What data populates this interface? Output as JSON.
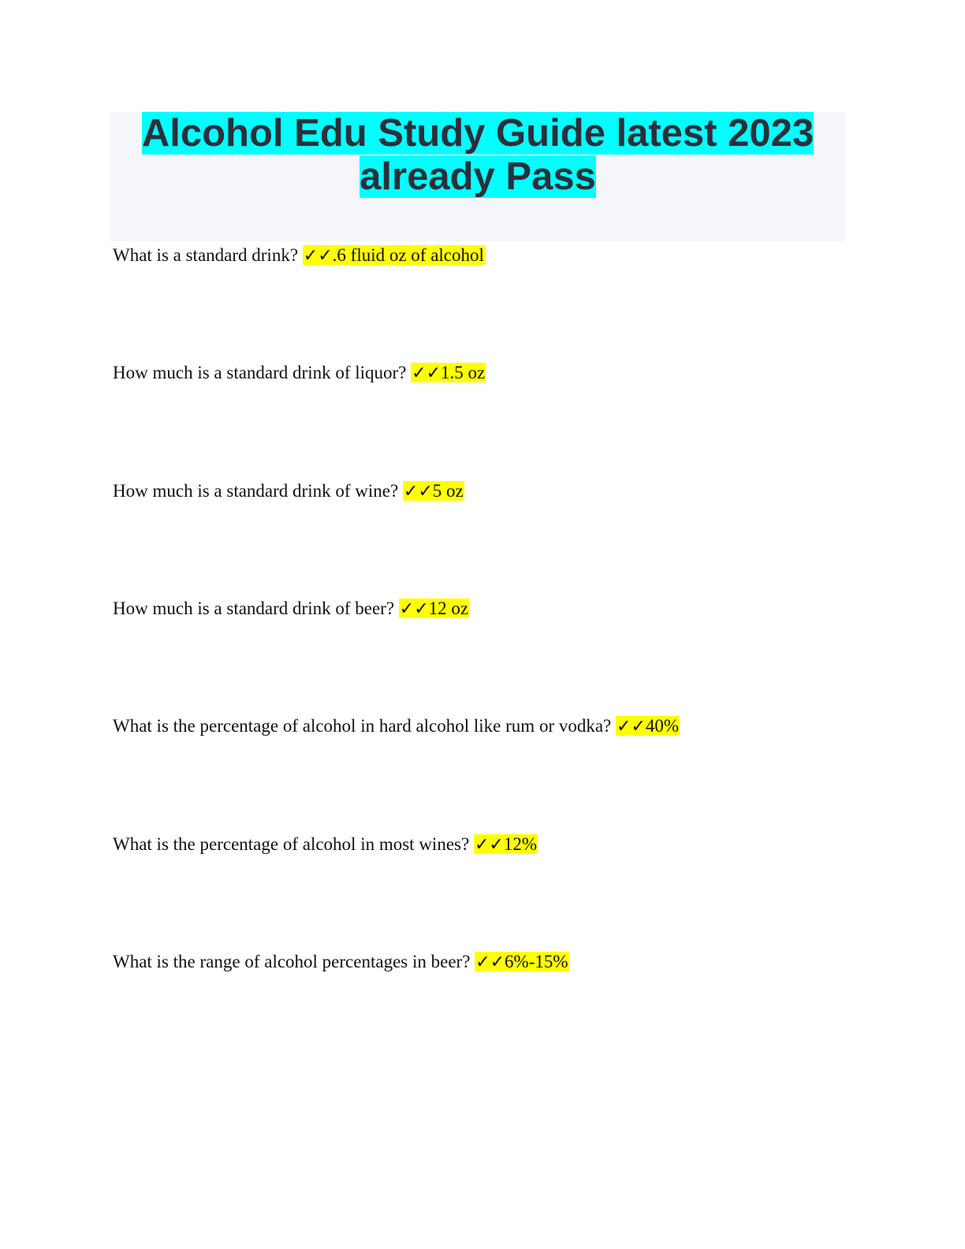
{
  "title": {
    "line1": "Alcohol Edu Study Guide latest 2023",
    "line2": "already Pass"
  },
  "check_mark": "✓✓",
  "qa": [
    {
      "question": "What is a standard drink?",
      "answer": ".6 fluid oz of alcohol"
    },
    {
      "question": "How much is a standard drink of liquor?",
      "answer": "1.5 oz"
    },
    {
      "question": "How much is a standard drink of wine?",
      "answer": "5 oz"
    },
    {
      "question": "How much is a standard drink of beer?",
      "answer": "12 oz"
    },
    {
      "question": "What is the percentage of alcohol in hard alcohol like rum or vodka?",
      "answer": "40%"
    },
    {
      "question": "What is the percentage of alcohol in most wines?",
      "answer": "12%"
    },
    {
      "question": "What is the range of alcohol percentages in beer?",
      "answer": "6%-15%"
    }
  ],
  "colors": {
    "title_highlight": "#00ffff",
    "answer_highlight": "#ffff00",
    "title_box": "#f5f6fa"
  }
}
